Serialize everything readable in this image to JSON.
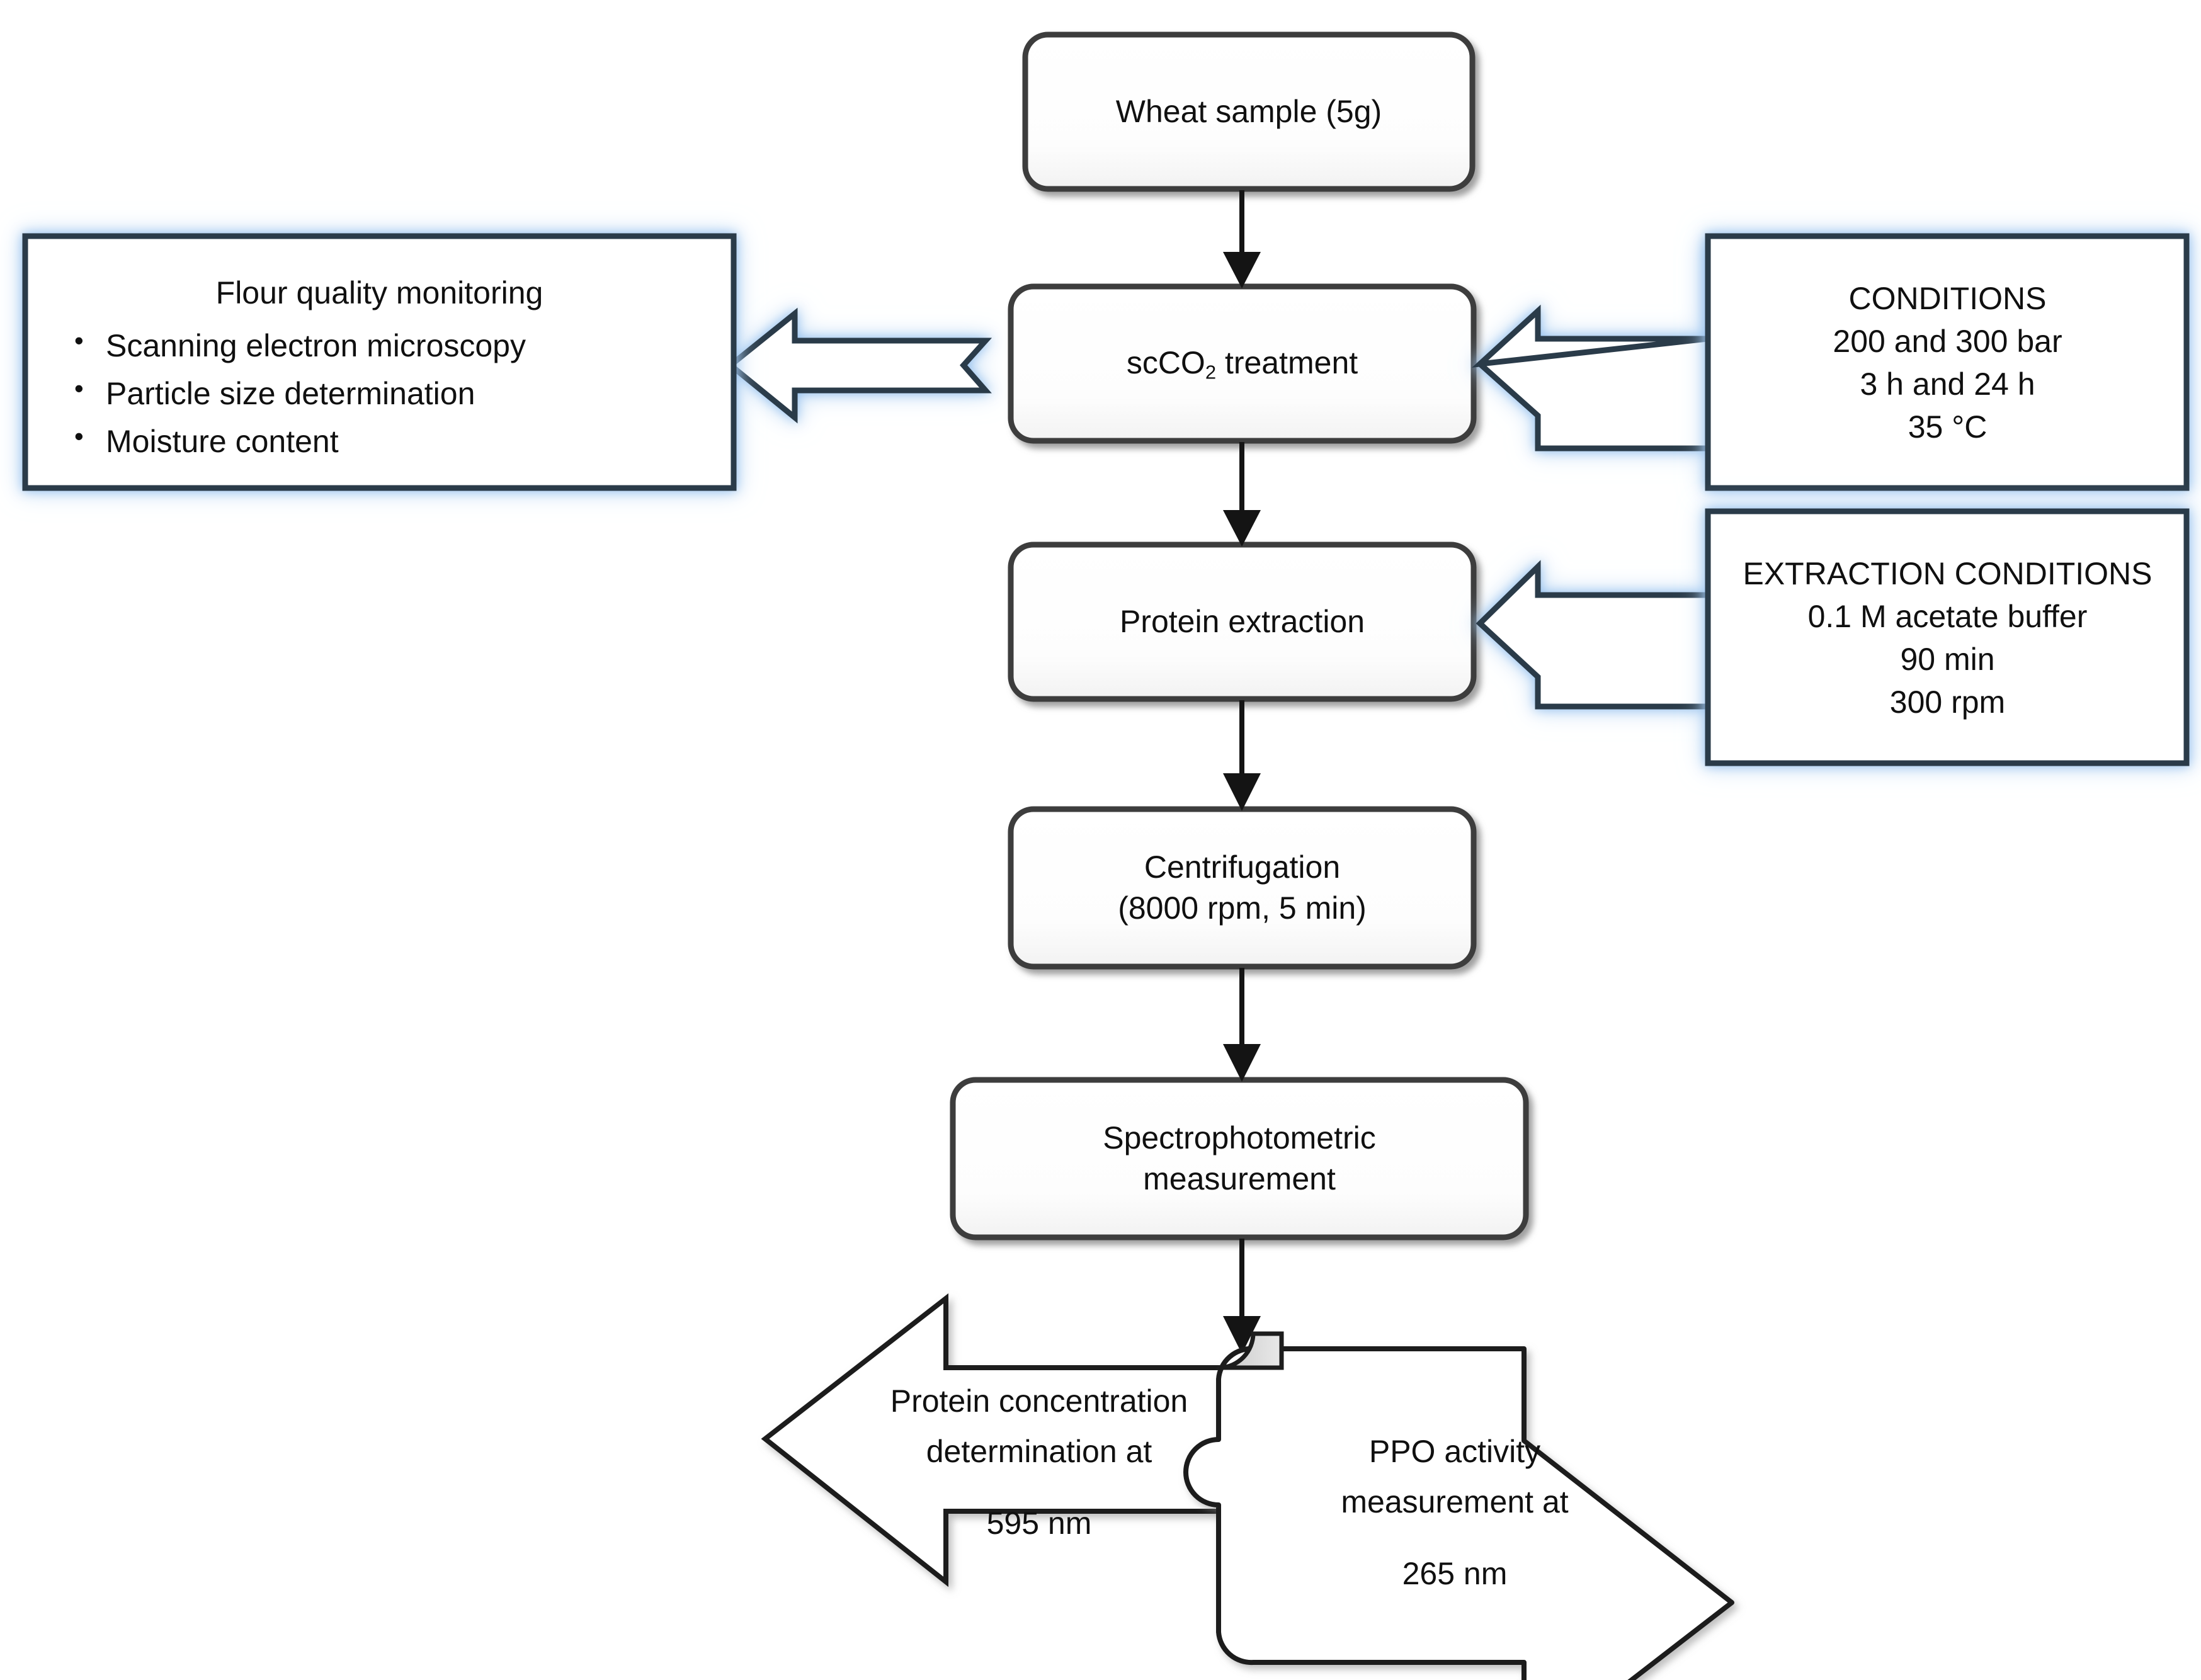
{
  "diagram": {
    "title": "Wheat scCO2 treatment and protein analysis workflow",
    "colors": {
      "box_border": "#3d3d3d",
      "box_fill": "#ffffff",
      "box_shadow": "#9a9a9a",
      "callout_border": "#2b3a4a",
      "callout_glow": "#9dc3ef",
      "arrow_stroke": "#1a1a1a",
      "text": "#101010"
    }
  },
  "process": {
    "wheat_sample": "Wheat sample (5g)",
    "scco2_treatment_prefix": "scCO",
    "scco2_treatment_sub": "2",
    "scco2_treatment_suffix": " treatment",
    "protein_extraction": "Protein extraction",
    "centrifugation_line1": "Centrifugation",
    "centrifugation_line2": "(8000 rpm, 5 min)",
    "spectrophotometric_line1": "Spectrophotometric",
    "spectrophotometric_line2": "measurement"
  },
  "flour_quality": {
    "title": "Flour quality monitoring",
    "items": [
      "Scanning electron microscopy",
      "Particle size determination",
      "Moisture content"
    ]
  },
  "conditions": {
    "title": "CONDITIONS",
    "lines": [
      "200 and 300 bar",
      "3 h and 24 h",
      "35 °C"
    ]
  },
  "extraction_conditions": {
    "title": "EXTRACTION CONDITIONS",
    "lines": [
      "0.1 M acetate buffer",
      "90 min",
      "300 rpm"
    ]
  },
  "outputs": {
    "left_line1": "Protein concentration",
    "left_line2": "determination at",
    "left_line3": "595 nm",
    "right_line1": "PPO activity",
    "right_line2": "measurement at",
    "right_line3": "265 nm"
  }
}
